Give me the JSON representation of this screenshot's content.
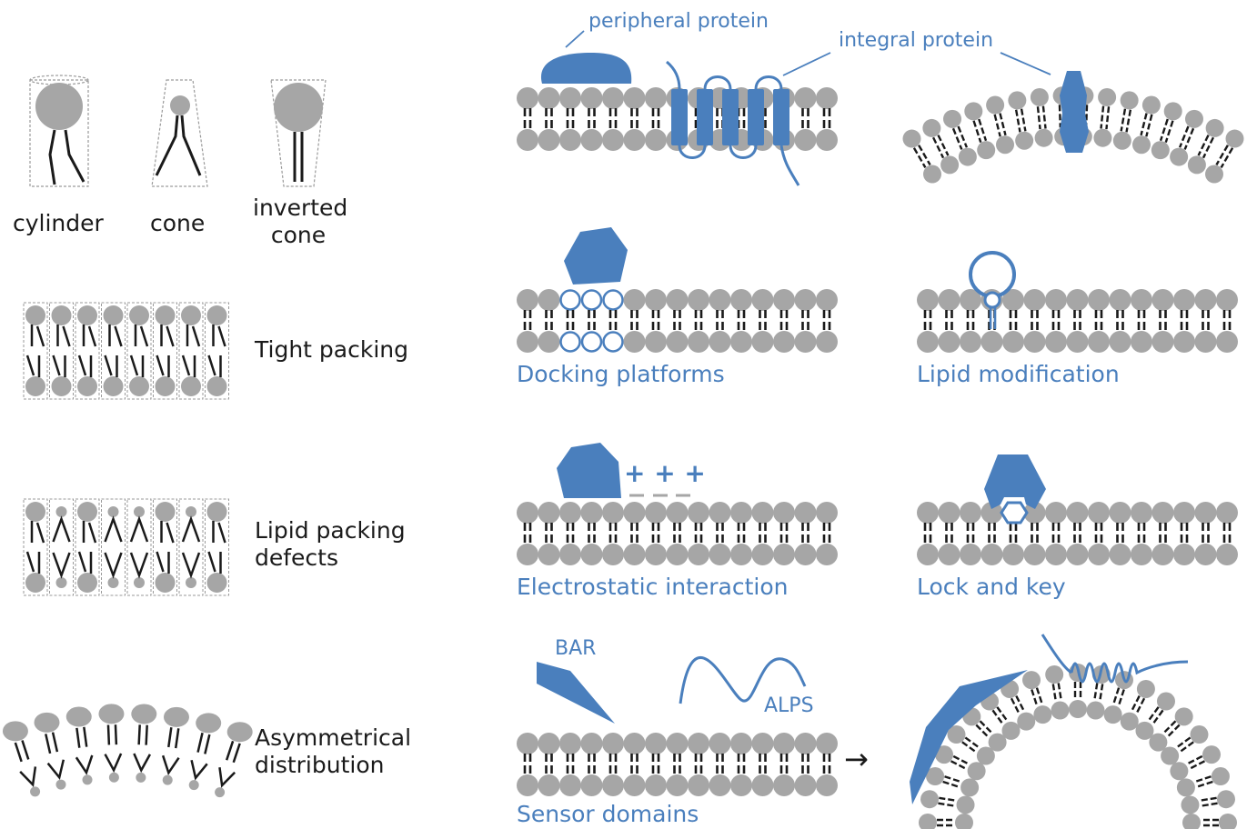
{
  "colors": {
    "blue": "#4a7fbd",
    "gray": "#a6a6a6",
    "ink": "#1a1a1a",
    "outline": "#9a9a9a"
  },
  "shapes": {
    "cylinder": "cylinder",
    "cone": "cone",
    "inverted_cone": [
      "inverted",
      "cone"
    ]
  },
  "packing": {
    "tight": "Tight packing",
    "defects": [
      "Lipid packing",
      "defects"
    ],
    "asymmetric": [
      "Asymmetrical",
      "distribution"
    ]
  },
  "proteins": {
    "peripheral": "peripheral protein",
    "integral": "integral protein"
  },
  "mechanisms": {
    "docking": "Docking platforms",
    "lipid_mod": "Lipid modification",
    "electrostatic": "Electrostatic interaction",
    "charges_plus": "+ + +",
    "lock_key": "Lock and key",
    "sensor": "Sensor domains",
    "bar": "BAR",
    "alps": "ALPS",
    "arrow": "→"
  }
}
